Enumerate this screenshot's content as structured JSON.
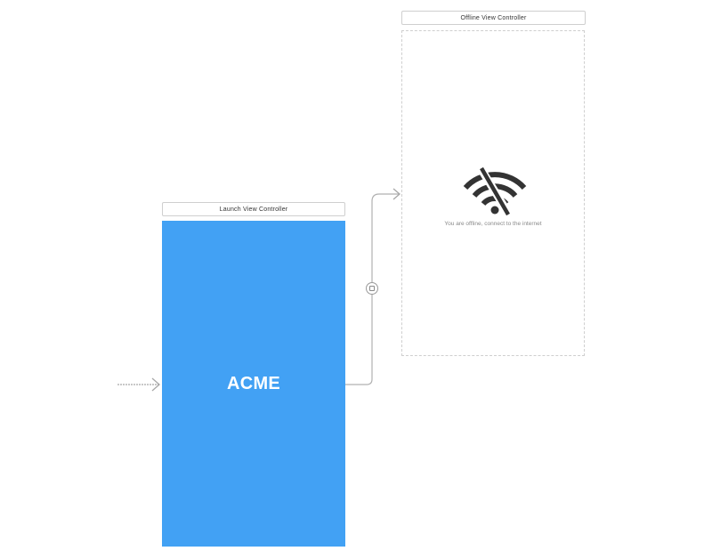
{
  "scenes": {
    "launch": {
      "title": "Launch View Controller",
      "logo_text": "ACME",
      "background_color": "#42a1f4"
    },
    "offline": {
      "title": "Offline View Controller",
      "icon": "wifi-off-icon",
      "message": "You are offline, connect to the internet"
    }
  },
  "segue": {
    "icon": "segue-icon"
  },
  "entry_point": {
    "icon": "entry-arrow-icon"
  }
}
